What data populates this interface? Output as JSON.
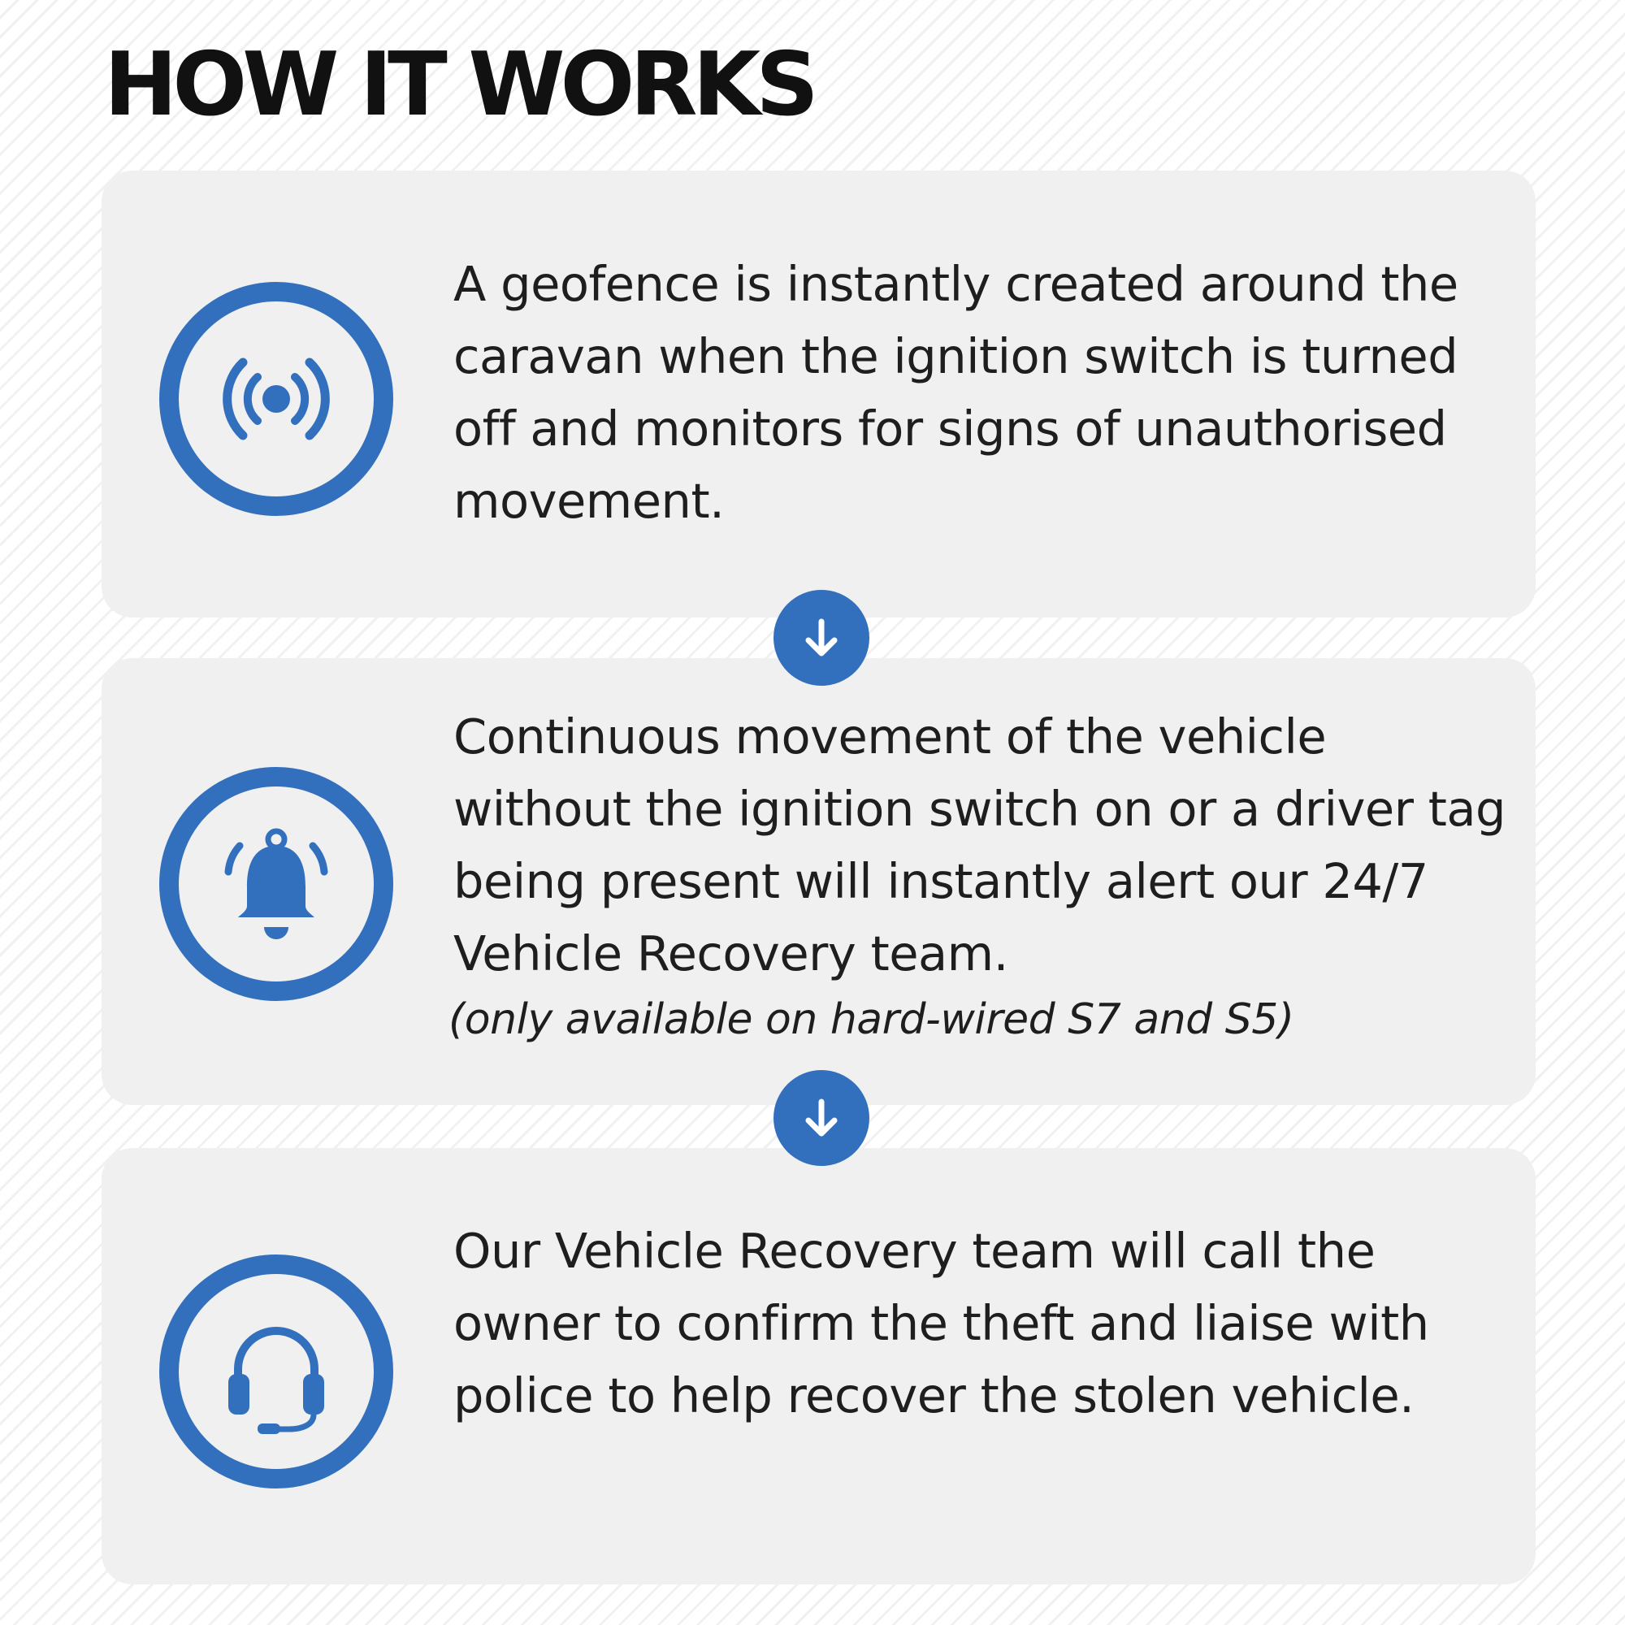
{
  "header": {
    "title": "HOW IT WORKS"
  },
  "colors": {
    "accent": "#3270bd",
    "card_background": "#f0f0f1",
    "text": "#1e1e1e"
  },
  "steps": [
    {
      "icon": "broadcast-signal-icon",
      "text": "A geofence is instantly created around the caravan when the ignition switch is turned off and monitors for signs of unauthorised movement."
    },
    {
      "icon": "alarm-bell-icon",
      "text": "Continuous movement of the vehicle without the ignition switch on or a driver tag being present will instantly alert our 24/7 Vehicle Recovery team.",
      "note": "(only available on hard-wired S7 and S5)"
    },
    {
      "icon": "headset-icon",
      "text": "Our Vehicle Recovery team will call the owner to confirm the theft and liaise with police to help recover the stolen vehicle."
    }
  ],
  "connectors": [
    {
      "icon": "arrow-down-icon"
    },
    {
      "icon": "arrow-down-icon"
    }
  ]
}
